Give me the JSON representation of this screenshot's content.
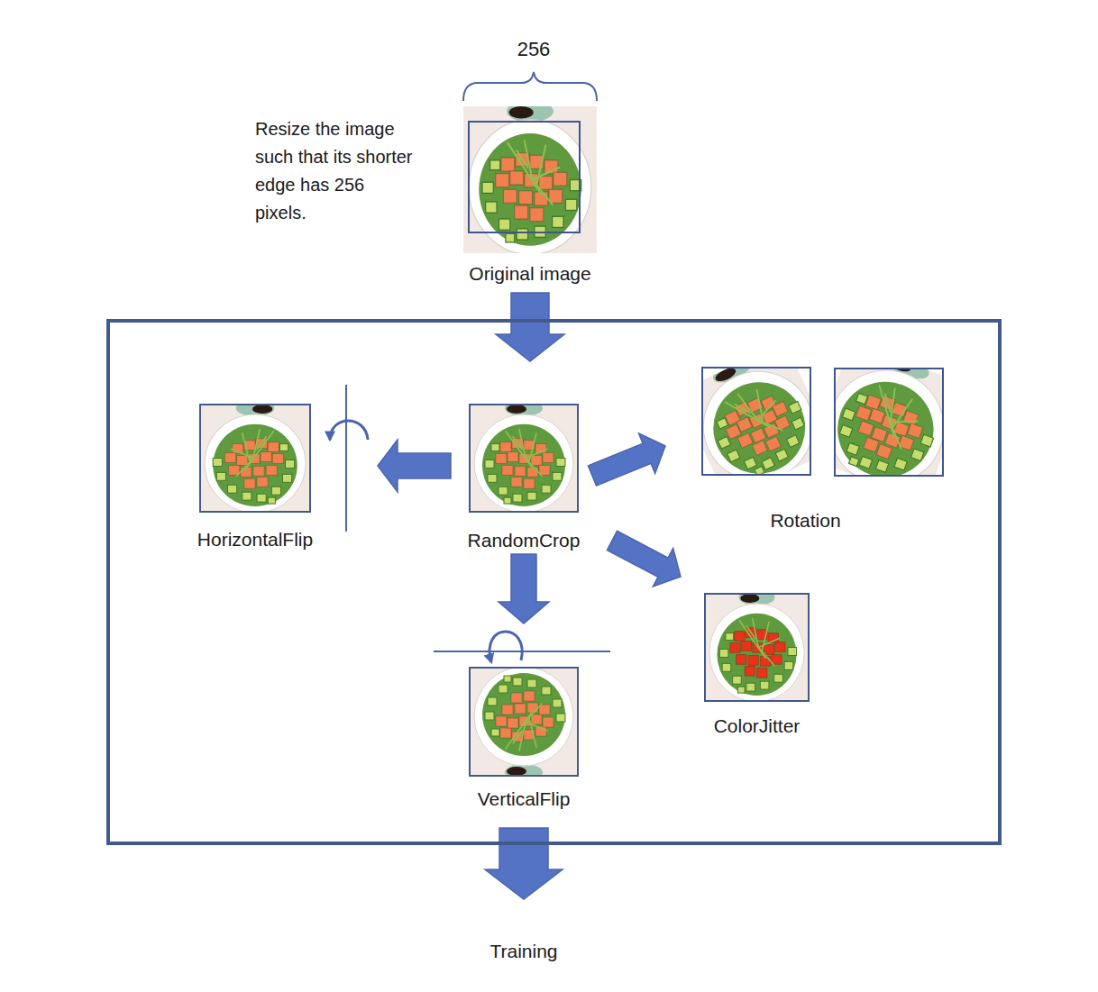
{
  "diagram": {
    "nodes": [
      {
        "text": [
          "Original image"
        ]
      },
      {
        "text": []
      },
      {
        "text": [
          "RandomCrop"
        ],
        "in": 1
      },
      {
        "text": [
          "HorizontalFlip"
        ],
        "in": 1
      },
      {
        "text": [
          "Rotation"
        ],
        "in": 1
      },
      {
        "text": [
          "ColorJitter"
        ],
        "in": 1
      },
      {
        "text": [
          "VerticalFlip"
        ],
        "in": 1
      },
      {
        "text": [
          "Training"
        ]
      }
    ],
    "edges": [
      {
        "from": 0,
        "to": 1,
        "arrow": "to"
      },
      {
        "from": 2,
        "to": 3,
        "arrow": "to"
      },
      {
        "from": 2,
        "to": 4,
        "arrow": "to"
      },
      {
        "from": 2,
        "to": 5,
        "arrow": "to"
      },
      {
        "from": 2,
        "to": 6,
        "arrow": "to"
      },
      {
        "from": 1,
        "to": 7,
        "arrow": "to"
      }
    ],
    "labels": [
      "256",
      "Resize the image such that its shorter edge has 256 pixels."
    ]
  }
}
